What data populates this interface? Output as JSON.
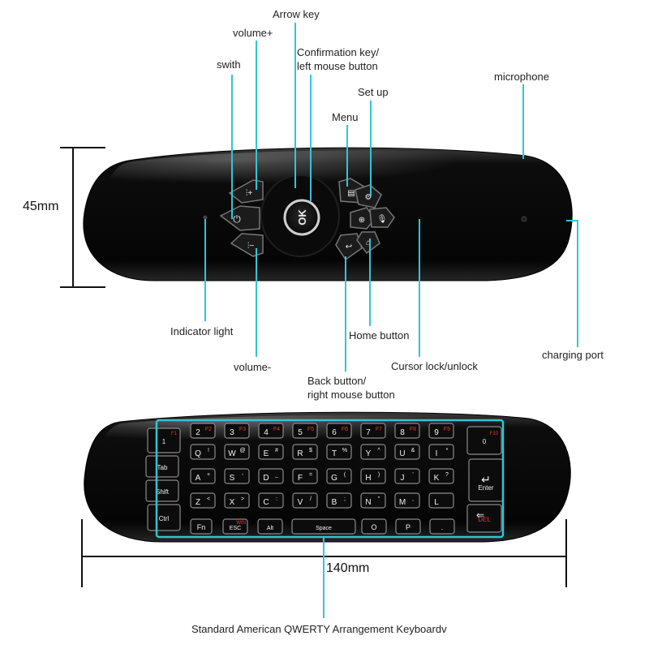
{
  "colors": {
    "callout_line": "#30c6d6",
    "dimension_line": "#111111",
    "remote_body": "#0b0b0b",
    "key_text": "#f2f2f2",
    "function_text": "#e23a3a"
  },
  "labels": {
    "arrow_key": "Arrow key",
    "volume_up": "volume+",
    "confirmation_line1": "Confirmation key/",
    "confirmation_line2": "left mouse button",
    "switch": "swith",
    "set_up": "Set up",
    "menu": "Menu",
    "microphone": "microphone",
    "indicator_light": "Indicator light",
    "volume_down": "volume-",
    "home_button": "Home button",
    "cursor_lock": "Cursor lock/unlock",
    "charging_port": "charging port",
    "back_line1": "Back button/",
    "back_line2": "right mouse button",
    "keyboard_desc": "Standard American QWERTY Arrangement Keyboardv"
  },
  "dimensions": {
    "height": "45mm",
    "width": "140mm"
  },
  "remote_front": {
    "ok_label": "OK"
  },
  "keyboard": {
    "left_column": [
      "1",
      "Tab",
      "Shift",
      "Ctrl"
    ],
    "left_column_fn": [
      "F1",
      "",
      "",
      ""
    ],
    "right_column": [
      "0",
      "Enter",
      "DEL"
    ],
    "right_column_fn": [
      "F10",
      "",
      ""
    ],
    "rows": [
      [
        "2",
        "3",
        "4",
        "5",
        "6",
        "7",
        "8",
        "9"
      ],
      [
        "Q",
        "W",
        "E",
        "R",
        "T",
        "Y",
        "U",
        "I"
      ],
      [
        "A",
        "S",
        "D",
        "F",
        "G",
        "H",
        "J",
        "K"
      ],
      [
        "Z",
        "X",
        "C",
        "V",
        "B",
        "N",
        "M",
        "L"
      ]
    ],
    "row1_fn": [
      "F2",
      "F3",
      "F4",
      "F5",
      "F6",
      "F7",
      "F8",
      "F9"
    ],
    "row2_symbols": [
      "!",
      "@",
      "#",
      "$",
      "%",
      "^",
      "&",
      "*"
    ],
    "row3_symbols": [
      "+",
      "-",
      "_",
      "=",
      "(",
      ")",
      "'",
      "?"
    ],
    "row4_symbols": [
      "<",
      ">",
      ":",
      "/",
      ";",
      "\"",
      ",",
      ""
    ],
    "bottom_row": [
      "Fn",
      "ESC",
      "Alt",
      "Space",
      "O",
      "P",
      "."
    ],
    "esc_fn": "WIN"
  }
}
